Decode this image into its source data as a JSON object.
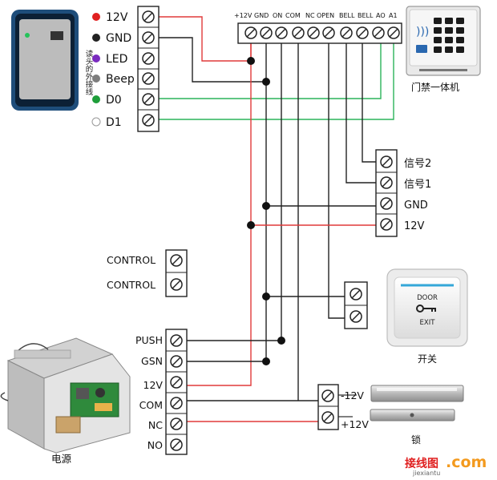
{
  "reader": {
    "labels": [
      "12V",
      "GND",
      "LED",
      "Beep",
      "D0",
      "D1"
    ],
    "dot_colors": [
      "#e02020",
      "#222222",
      "#7a2bbf",
      "#7d7d7d",
      "#1e9e3a",
      "#ffffff"
    ],
    "side_text": "读头的外接线"
  },
  "controller": {
    "terminal_labels": [
      "+12V",
      "GND",
      "ON",
      "COM",
      "NC",
      "OPEN",
      "BELL",
      "BELL",
      "AO",
      "A1"
    ],
    "caption": "门禁一体机"
  },
  "signal_block": {
    "labels": [
      "信号2",
      "信号1",
      "GND",
      "12V"
    ]
  },
  "control_block": {
    "labels": [
      "CONTROL",
      "CONTROL"
    ]
  },
  "power_supply": {
    "labels": [
      "PUSH",
      "GSN",
      "12V",
      "COM",
      "NC",
      "NO"
    ],
    "caption": "电源"
  },
  "exit_button": {
    "text_top": "DOOR",
    "text_bottom": "EXIT",
    "caption": "开关"
  },
  "lock": {
    "labels": [
      "-12V",
      "+12V"
    ],
    "caption": "锁"
  },
  "watermark": {
    "cn": "接线图",
    "dot_com": ".com",
    "pinyin": "jiexiantu"
  },
  "colors": {
    "red_wire": "#e03a3a",
    "black_wire": "#222222",
    "green_wire": "#2bb45a",
    "gray_wire": "#555555",
    "reader_frame": "#1e4d7a",
    "watermark_red": "#e02020",
    "watermark_orange": "#f39a1e"
  }
}
